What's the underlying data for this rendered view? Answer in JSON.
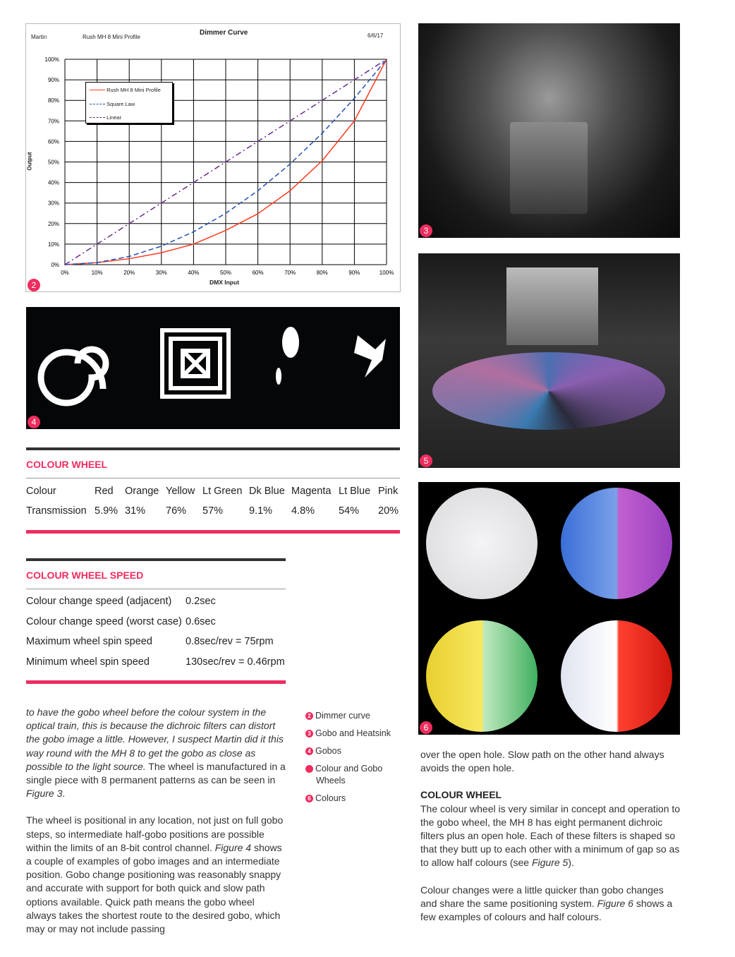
{
  "chart_data": {
    "type": "line",
    "title": "Dimmer Curve",
    "header_left": "Martin",
    "header_mid": "Rush MH 8 Mini Profile",
    "date": "6/6/17",
    "xlabel": "DMX Input",
    "ylabel": "Output",
    "x": [
      0,
      10,
      20,
      30,
      40,
      50,
      60,
      70,
      80,
      90,
      100
    ],
    "x_ticks": [
      "0%",
      "10%",
      "20%",
      "30%",
      "40%",
      "50%",
      "60%",
      "70%",
      "80%",
      "90%",
      "100%"
    ],
    "y_ticks": [
      "0%",
      "10%",
      "20%",
      "30%",
      "40%",
      "50%",
      "60%",
      "70%",
      "80%",
      "90%",
      "100%"
    ],
    "xlim": [
      0,
      100
    ],
    "ylim": [
      0,
      100
    ],
    "grid": true,
    "legend": "top-left",
    "series": [
      {
        "name": "Rush MH 8 Mini Profile",
        "color": "#ff3b1f",
        "style": "solid",
        "values": [
          0,
          1,
          2.9,
          5.8,
          10,
          16.7,
          24.8,
          36,
          50.6,
          70,
          100
        ]
      },
      {
        "name": "Square Law",
        "color": "#2250b0",
        "style": "dashed",
        "values": [
          0,
          1,
          4,
          9,
          16,
          25,
          36,
          49,
          64,
          81,
          100
        ]
      },
      {
        "name": "Linear",
        "color": "#6b2a8c",
        "style": "dashdot",
        "values": [
          0,
          10,
          20,
          30,
          40,
          50,
          60,
          70,
          80,
          90,
          100
        ]
      }
    ]
  },
  "figures": {
    "f2": "2",
    "f3": "3",
    "f4": "4",
    "f5": "5",
    "f6": "6"
  },
  "colour_wheel": {
    "heading": "COLOUR WHEEL",
    "header": [
      "Colour",
      "Red",
      "Orange",
      "Yellow",
      "Lt Green",
      "Dk Blue",
      "Magenta",
      "Lt Blue",
      "Pink"
    ],
    "row": [
      "Transmission",
      "5.9%",
      "31%",
      "76%",
      "57%",
      "9.1%",
      "4.8%",
      "54%",
      "20%"
    ]
  },
  "wheel_speed": {
    "heading": "COLOUR WHEEL SPEED",
    "rows": [
      [
        "Colour change speed (adjacent)",
        "0.2sec"
      ],
      [
        "Colour change speed (worst case)",
        "0.6sec"
      ],
      [
        "Maximum wheel spin speed",
        "0.8sec/rev = 75rpm"
      ],
      [
        "Minimum wheel spin speed",
        "130sec/rev = 0.46rpm"
      ]
    ]
  },
  "captions": [
    {
      "num": "2",
      "text": "Dimmer curve"
    },
    {
      "num": "3",
      "text": "Gobo and Heatsink"
    },
    {
      "num": "4",
      "text": "Gobos"
    },
    {
      "num": "5",
      "text": "Colour and Gobo Wheels"
    },
    {
      "num": "6",
      "text": "Colours"
    }
  ],
  "left_text": {
    "p1_italic": "to have the gobo wheel before the colour system in the optical train, this is because the dichroic filters can distort the gobo image a little. However, I suspect Martin did it this way round with the MH 8 to get the gobo as close as possible to the light source.",
    "p1_rest": " The wheel is manufactured in a single piece with 8 permanent patterns as can be seen in ",
    "p1_fig": "Figure 3",
    "p1_end": ".",
    "p2_a": "The wheel is positional in any location, not just on full gobo steps, so intermediate half-gobo positions are possible within the limits of an 8-bit control channel. ",
    "p2_fig": "Figure 4",
    "p2_b": " shows a couple of examples of gobo images and an intermediate position. Gobo change positioning was reasonably snappy and accurate with support for both quick and slow path options available. Quick path means the gobo wheel always takes the shortest route to the desired gobo, which may or may not include passing"
  },
  "right_text": {
    "p1": "over the open hole. Slow path on the other hand always avoids the open hole.",
    "heading": "COLOUR WHEEL",
    "p2_a": "The colour wheel is very similar in concept and operation to the gobo wheel, the MH 8 has eight permanent dichroic filters plus an open hole. Each of these filters is shaped so that they butt up to each other with a minimum of gap so as to allow half colours (see ",
    "p2_fig": "Figure 5",
    "p2_b": ").",
    "p3_a": "Colour changes were a little quicker than gobo changes and share the same positioning system. ",
    "p3_fig": "Figure 6",
    "p3_b": " shows a few examples of colours and half colours."
  }
}
